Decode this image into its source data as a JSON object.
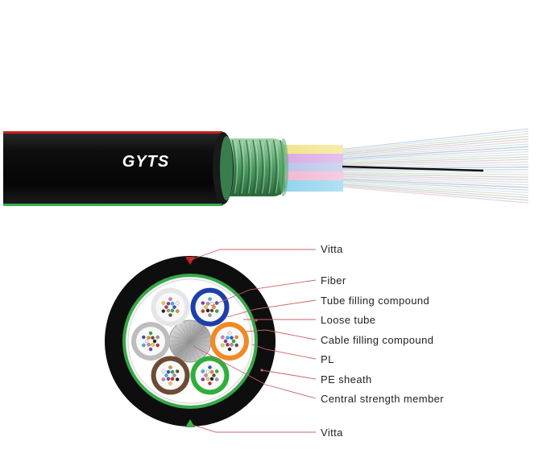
{
  "cable": {
    "brand_text": "GYTS",
    "jacket_color": "#0d0d0d",
    "armor_color": "#3f8a55",
    "vitta_top_color": "#c8211f",
    "vitta_bottom_color": "#33b24a"
  },
  "labels": {
    "vitta_top": "Vitta",
    "fiber": "Fiber",
    "tube_filling_compound": "Tube filling compound",
    "loose_tube": "Loose tube",
    "cable_filling_compound": "Cable filling compound",
    "pl": "PL",
    "pe_sheath": "PE sheath",
    "central_strength_member": "Central strength member",
    "vitta_bottom": "Vitta"
  },
  "tubes": [
    {
      "name": "white",
      "color": "#e6e6e6"
    },
    {
      "name": "blue",
      "color": "#1d3fa8"
    },
    {
      "name": "orange",
      "color": "#f08a23"
    },
    {
      "name": "green",
      "color": "#2fae3c"
    },
    {
      "name": "brown",
      "color": "#6e4a35"
    },
    {
      "name": "gray",
      "color": "#bdbdbd"
    }
  ]
}
